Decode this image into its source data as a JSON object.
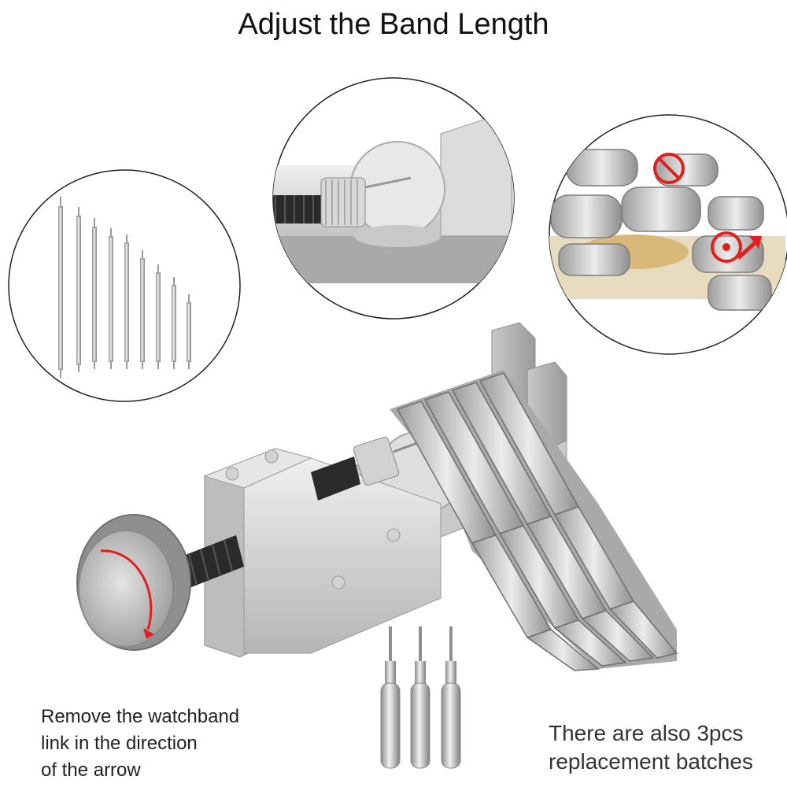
{
  "title": "Adjust the Band Length",
  "caption_left": {
    "lines": [
      "Remove the watchband",
      "link in the direction",
      "of the arrow"
    ]
  },
  "caption_right": {
    "lines": [
      "There are also 3pcs",
      "replacement batches"
    ]
  },
  "colors": {
    "metal_light": "#e6e6e6",
    "metal_mid": "#b9b9b9",
    "metal_dark": "#7a7a7a",
    "thread_black": "#2a2a2a",
    "arrow_red": "#e0201c"
  },
  "icons": [
    "spring-bar-set-icon",
    "pin-closeup-icon",
    "no-entry-icon",
    "removal-arrow-icon",
    "link-remover-tool-icon",
    "watch-band-icon",
    "replacement-pin-icon"
  ]
}
